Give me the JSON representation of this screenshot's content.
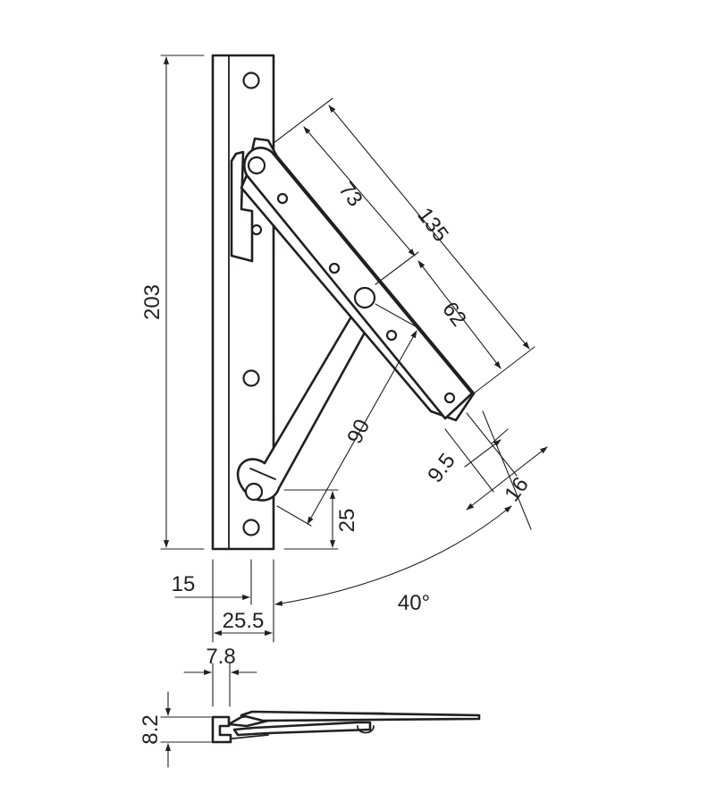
{
  "dimensions": {
    "overall_height": "203",
    "arm_length": "135",
    "arm_to_pivot": "73",
    "pivot_to_end": "62",
    "link_length": "90",
    "link_base_offset": "25",
    "arm_hole_offset": "9.5",
    "arm_width": "16",
    "rail_hole_offset": "15",
    "rail_width": "25.5",
    "side_flange_width": "7.8",
    "thickness": "8.2",
    "opening_angle": "40°"
  }
}
